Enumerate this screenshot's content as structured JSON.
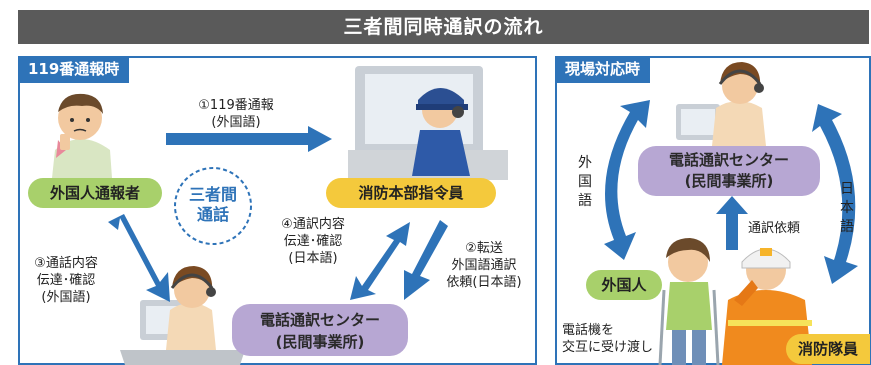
{
  "title": "三者間同時通訳の流れ",
  "left_panel": {
    "tab": "119番通報時",
    "caller": "外国人通報者",
    "dispatcher": "消防本部指令員",
    "center": "三者間\n通話",
    "interp_line1": "電話通訳センター",
    "interp_line2": "(民間事業所)",
    "step1_line1": "①119番通報",
    "step1_line2": "(外国語)",
    "step2_line1": "②転送",
    "step2_line2": "外国語通訳",
    "step2_line3": "依頼(日本語)",
    "step3_line1": "③通話内容",
    "step3_line2": "伝達･確認",
    "step3_line3": "(外国語)",
    "step4_line1": "④通訳内容",
    "step4_line2": "伝達･確認",
    "step4_line3": "(日本語)"
  },
  "right_panel": {
    "tab": "現場対応時",
    "interp_line1": "電話通訳センター",
    "interp_line2": "(民間事業所)",
    "request": "通訳依頼",
    "left_vertical": "外\n国\n語",
    "right_vertical": "日\n本\n語",
    "foreigner": "外国人",
    "firefighter": "消防隊員",
    "handover_line1": "電話機を",
    "handover_line2": "交互に受け渡し"
  },
  "colors": {
    "accent_blue": "#2e73b8",
    "green_label": "#a8d06b",
    "yellow_label": "#f4c93c",
    "purple_label": "#b7a7d3",
    "title_bar": "#5a5a5a"
  }
}
